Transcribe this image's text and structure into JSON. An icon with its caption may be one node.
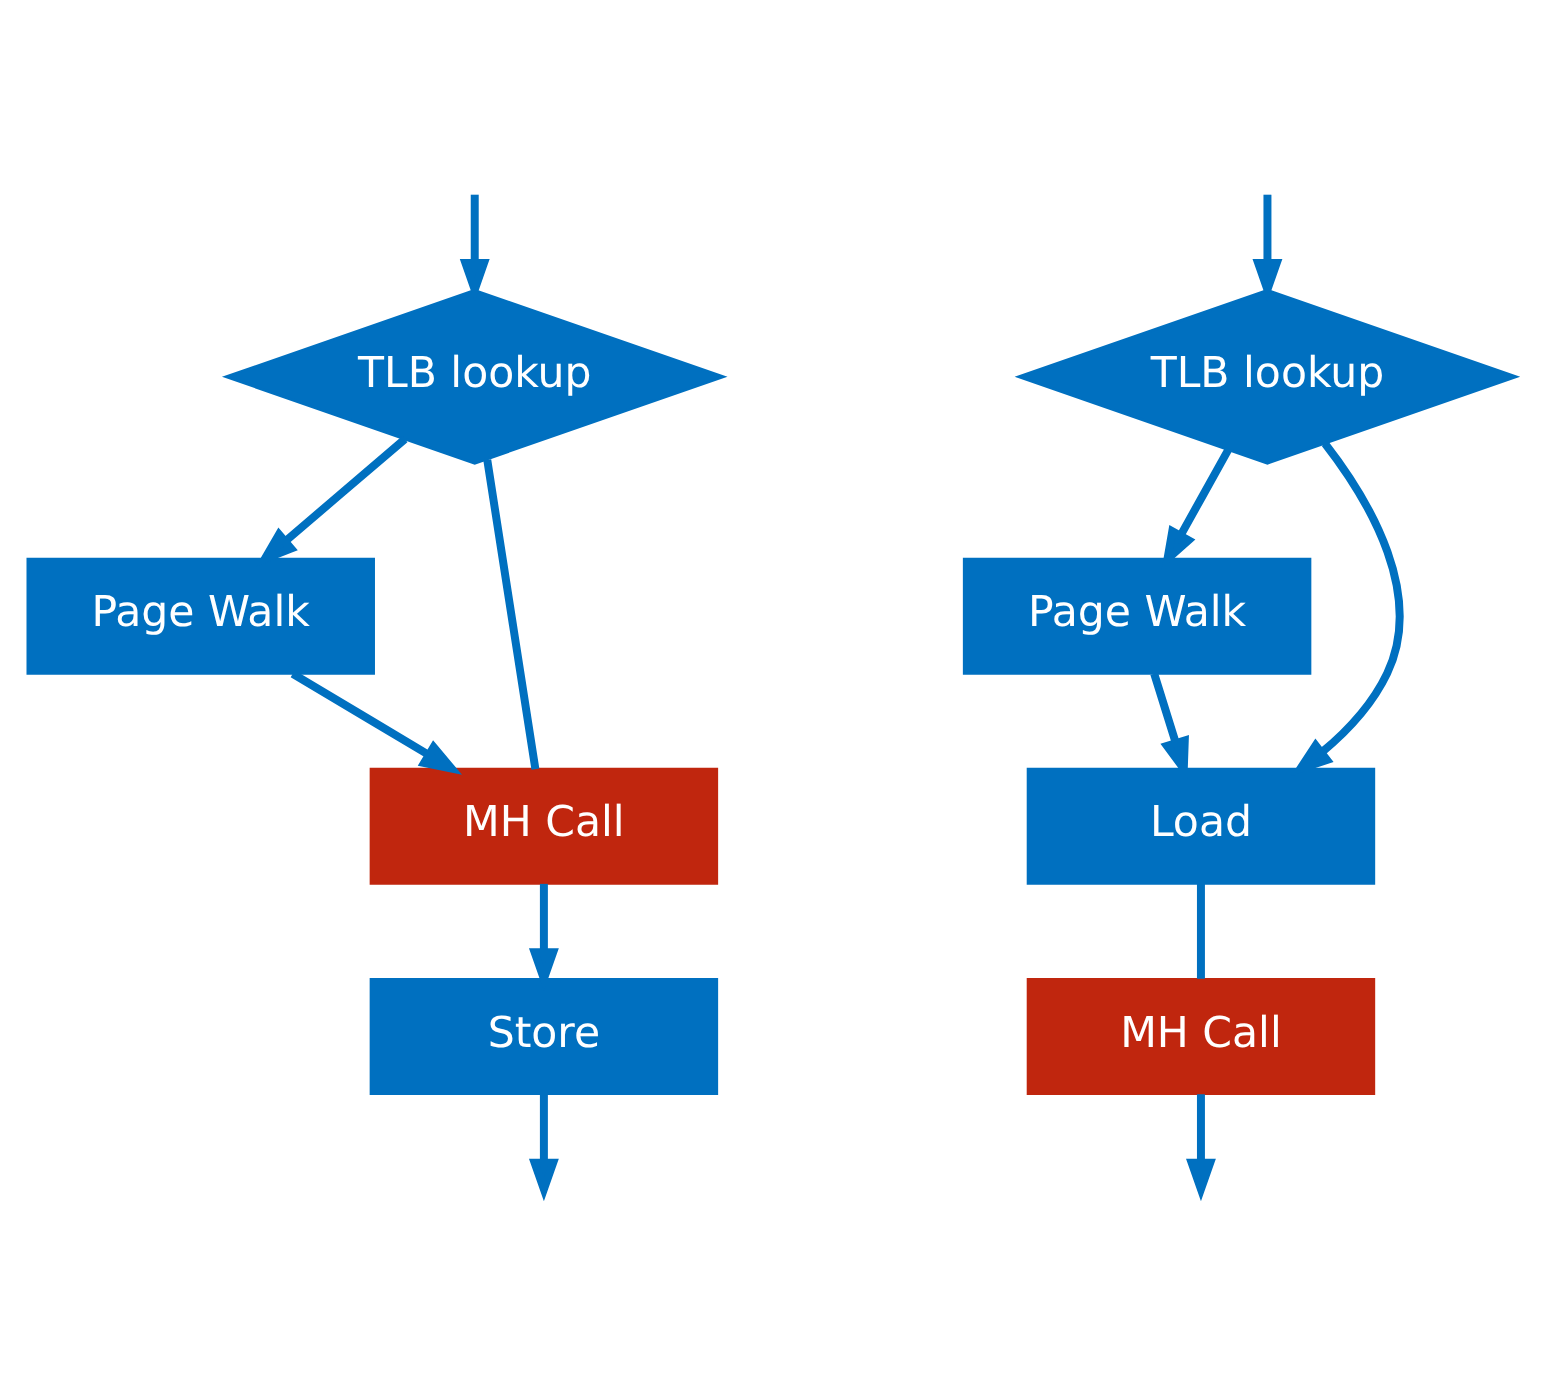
{
  "diagram": {
    "nodes": [
      {
        "text": [
          "TLB lookup"
        ]
      },
      {
        "text": [
          "Page Walk"
        ]
      },
      {
        "text": [
          "MH Call"
        ]
      },
      {
        "text": [
          "Store"
        ]
      },
      {
        "text": [
          "TLB lookup"
        ]
      },
      {
        "text": [
          "Page Walk"
        ]
      },
      {
        "text": [
          "Load"
        ]
      },
      {
        "text": [
          "MH Call"
        ]
      }
    ],
    "edges": [
      {
        "from": null,
        "to": 0,
        "arrow": "to"
      },
      {
        "from": 0,
        "to": 1,
        "arrow": "to"
      },
      {
        "from": 0,
        "to": 2,
        "arrow": "none"
      },
      {
        "from": 1,
        "to": 2,
        "arrow": "to"
      },
      {
        "from": 2,
        "to": 3,
        "arrow": "to"
      },
      {
        "from": 3,
        "to": null,
        "arrow": "to"
      },
      {
        "from": null,
        "to": 4,
        "arrow": "to"
      },
      {
        "from": 4,
        "to": 5,
        "arrow": "to"
      },
      {
        "from": 4,
        "to": 6,
        "arrow": "to"
      },
      {
        "from": 5,
        "to": 6,
        "arrow": "to"
      },
      {
        "from": 6,
        "to": 7,
        "arrow": "none"
      },
      {
        "from": 7,
        "to": null,
        "arrow": "to"
      }
    ]
  }
}
